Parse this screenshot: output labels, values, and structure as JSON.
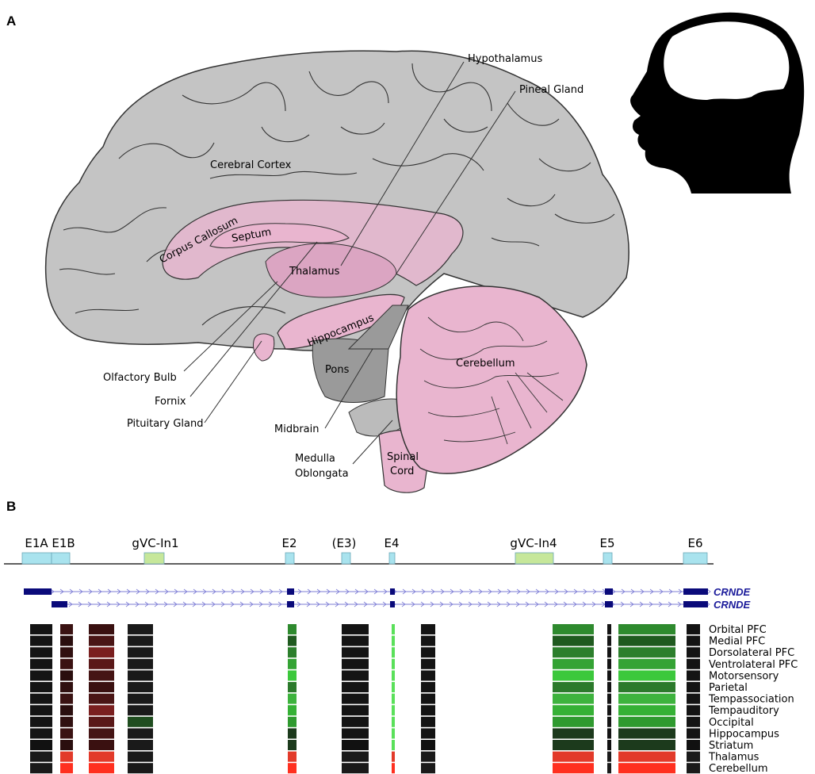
{
  "panels": {
    "a": "A",
    "b": "B"
  },
  "brain": {
    "labels": {
      "hypothalamus": "Hypothalamus",
      "pineal": "Pineal Gland",
      "cortex": "Cerebral Cortex",
      "corpus": "Corpus Callosum",
      "septum": "Septum",
      "thalamus": "Thalamus",
      "hippocampus": "Hippocampus",
      "pons": "Pons",
      "cerebellum": "Cerebellum",
      "olfactory": "Olfactory Bulb",
      "fornix": "Fornix",
      "pituitary": "Pituitary Gland",
      "midbrain": "Midbrain",
      "medulla_1": "Medulla",
      "medulla_2": "Oblongata",
      "spinal_1": "Spinal",
      "spinal_2": "Cord"
    },
    "colors": {
      "cortex": "#c4c4c4",
      "limbic": "#e9b5cf",
      "dark": "#9a9a9a"
    }
  },
  "track": {
    "exons": [
      "E1A",
      "E1B",
      "gVC-In1",
      "E2",
      "(E3)",
      "E4",
      "gVC-In4",
      "E5",
      "E6"
    ],
    "genes": [
      "CRNDE",
      "CRNDE"
    ],
    "regions": [
      "Orbital PFC",
      "Medial PFC",
      "Dorsolateral PFC",
      "Ventrolateral PFC",
      "Motorsensory",
      "Parietal",
      "Tempassociation",
      "Tempauditory",
      "Occipital",
      "Hippocampus",
      "Striatum",
      "Thalamus",
      "Cerebellum"
    ],
    "colors": {
      "exon": "#a9e3ee",
      "intronic": "#c6e79a",
      "gene": "#0a0a7a"
    }
  }
}
